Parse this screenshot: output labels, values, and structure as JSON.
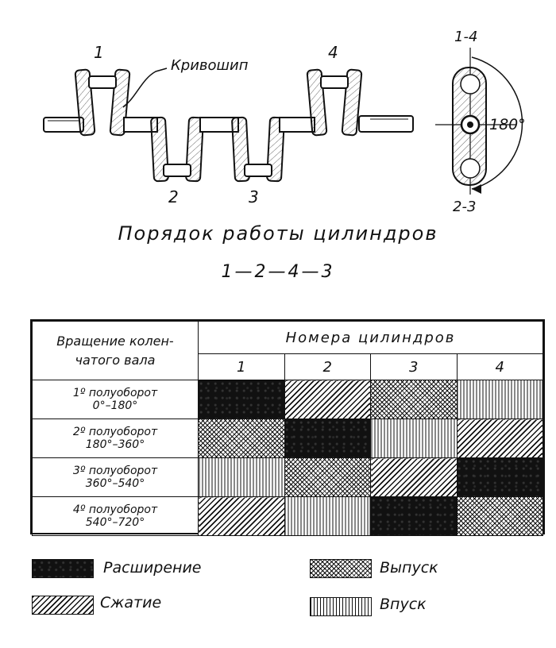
{
  "diagram": {
    "crank_label": "Кривошип",
    "crank_numbers": [
      "1",
      "2",
      "3",
      "4"
    ],
    "side_top_label": "1-4",
    "side_bottom_label": "2-3",
    "angle_label": "180°"
  },
  "title": "Порядок работы цилиндров",
  "firing_order": "1—2—4—3",
  "table": {
    "rotation_header": "Вращение колен-чатого вала",
    "rotation_header_line1": "Вращение колен-",
    "rotation_header_line2": "чатого вала",
    "cylinders_header": "Номера цилиндров",
    "cylinders": [
      "1",
      "2",
      "3",
      "4"
    ],
    "rows": [
      {
        "line1": "1º полуоборот",
        "line2": "0°–180°",
        "cells": [
          "expansion",
          "compression",
          "exhaust",
          "intake"
        ]
      },
      {
        "line1": "2º полуоборот",
        "line2": "180°–360°",
        "cells": [
          "exhaust",
          "expansion",
          "intake",
          "compression"
        ]
      },
      {
        "line1": "3º полуоборот",
        "line2": "360°–540°",
        "cells": [
          "intake",
          "exhaust",
          "compression",
          "expansion"
        ]
      },
      {
        "line1": "4º полуоборот",
        "line2": "540°–720°",
        "cells": [
          "compression",
          "intake",
          "expansion",
          "exhaust"
        ]
      }
    ]
  },
  "legend": {
    "expansion": "Расширение",
    "compression": "Сжатие",
    "exhaust": "Выпуск",
    "intake": "Впуск"
  }
}
